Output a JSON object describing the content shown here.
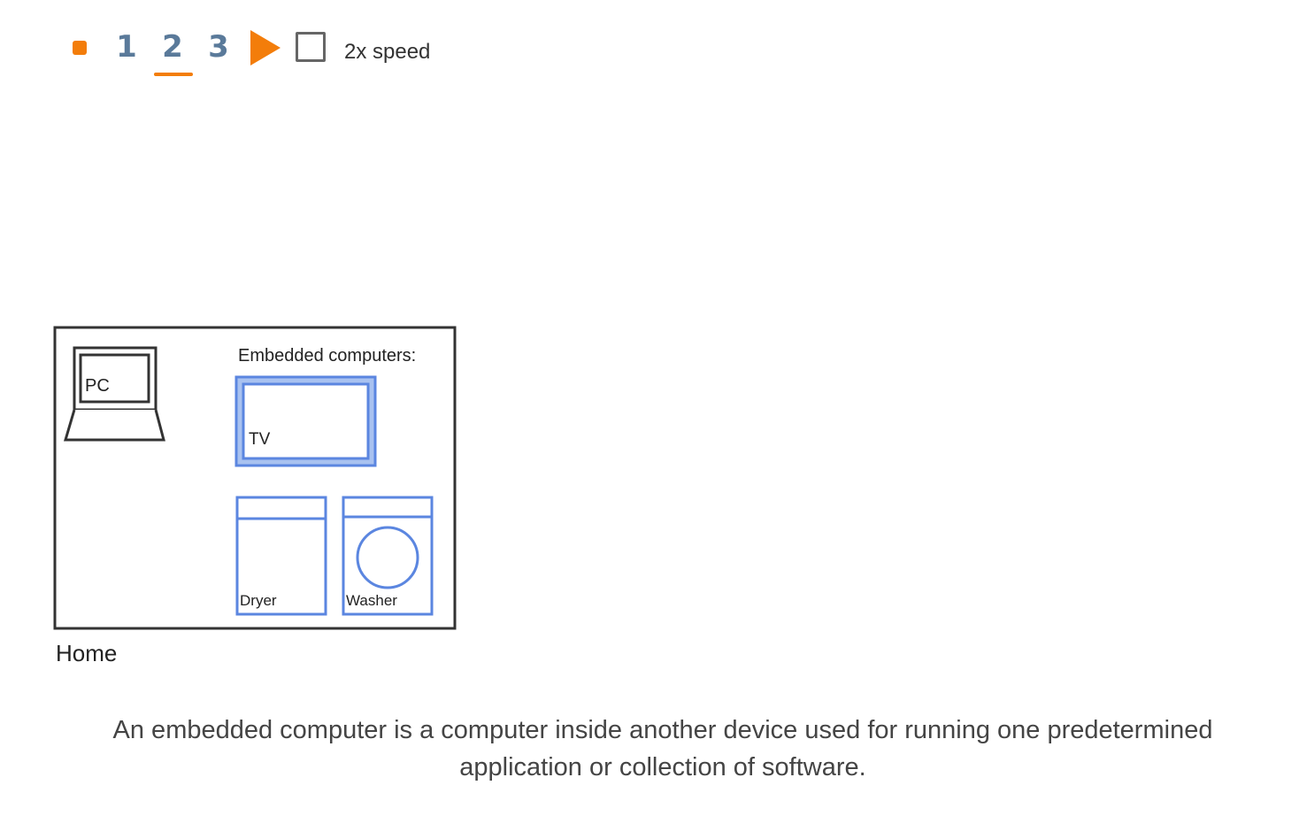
{
  "controls": {
    "steps": [
      "1",
      "2",
      "3"
    ],
    "active_step": "2",
    "speed_label": "2x speed",
    "speed_checked": false,
    "accent_color": "#f37d0a",
    "step_color": "#5a7a9a"
  },
  "diagram": {
    "home_label": "Home",
    "embedded_heading": "Embedded computers:",
    "devices": {
      "pc": "PC",
      "tv": "TV",
      "dryer": "Dryer",
      "washer": "Washer"
    },
    "highlight_color": "#5b86e0"
  },
  "caption": "An embedded computer is a computer inside another device used for running one predetermined application or collection of software."
}
